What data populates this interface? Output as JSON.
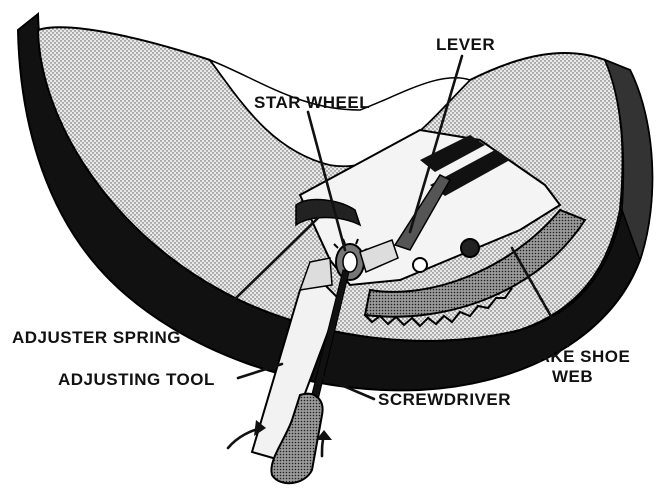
{
  "figure": {
    "labels": {
      "lever": "LEVER",
      "star_wheel": "STAR WHEEL",
      "adjuster_spring": "ADJUSTER SPRING",
      "adjusting_tool": "ADJUSTING TOOL",
      "screwdriver": "SCREWDRIVER",
      "brake_shoe_web_line1": "BRAKE SHOE",
      "brake_shoe_web_line2": "WEB"
    }
  }
}
